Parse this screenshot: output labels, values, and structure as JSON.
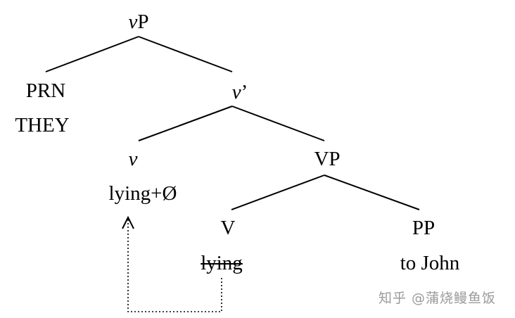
{
  "tree": {
    "vP": {
      "prefix": "v",
      "label": "P"
    },
    "prn": {
      "label": "PRN",
      "word": "THEY"
    },
    "vbar": {
      "prefix": "v",
      "label": "’"
    },
    "v": {
      "label": "v",
      "word": "lying+Ø"
    },
    "VP": {
      "label": "VP"
    },
    "V": {
      "label": "V",
      "word": "lying"
    },
    "PP": {
      "label": "PP",
      "word": "to John"
    }
  },
  "watermark": "知乎 @蒲烧鳗鱼饭"
}
